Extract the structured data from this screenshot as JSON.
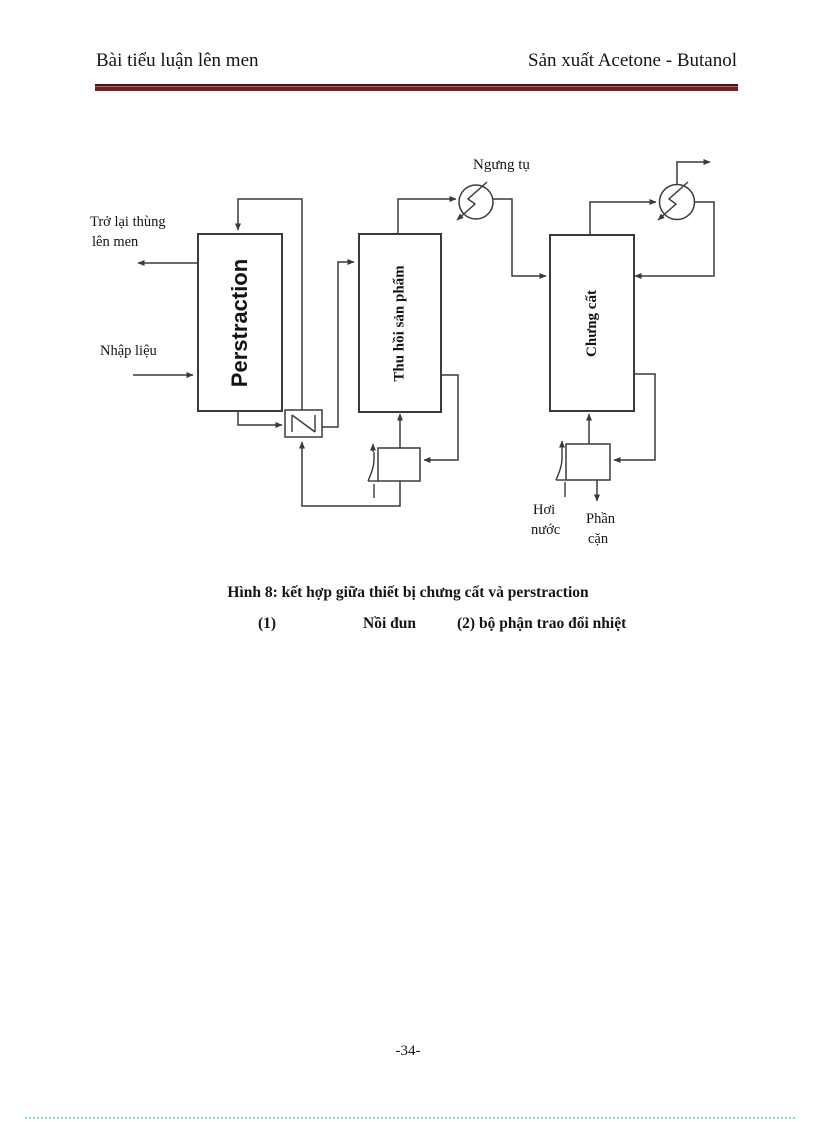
{
  "header": {
    "left_title": "Bài tiểu luận lên men",
    "right_title": "Sản xuất Acetone - Butanol"
  },
  "figure": {
    "condenser_label": "Ngưng tụ",
    "return_to_fermenter_line1": "Trở lại thùng",
    "return_to_fermenter_line2": "lên men",
    "feed_label": "Nhập liệu",
    "perstraction_unit_label": "Perstraction",
    "recovery_unit_label": "Thu hồi sản phẩm",
    "distillation_unit_label": "Chưng cất",
    "steam_label_line1": "Hơi",
    "steam_label_line2": "nước",
    "residue_label_line1": "Phần",
    "residue_label_line2": "cặn"
  },
  "caption": {
    "title": "Hình 8: kết hợp giữa thiết bị chưng cất và perstraction",
    "legend_item1_number": "(1)",
    "legend_item1_label": "Nồi đun",
    "legend_item2": "(2) bộ phận trao đổi nhiệt"
  },
  "footer": {
    "page_number": "-34-"
  },
  "colors": {
    "header_rule": "#6e2121",
    "diagram_line": "#3a3a3a",
    "bottom_dotted_line": "#86dcb2",
    "text": "#141414"
  }
}
